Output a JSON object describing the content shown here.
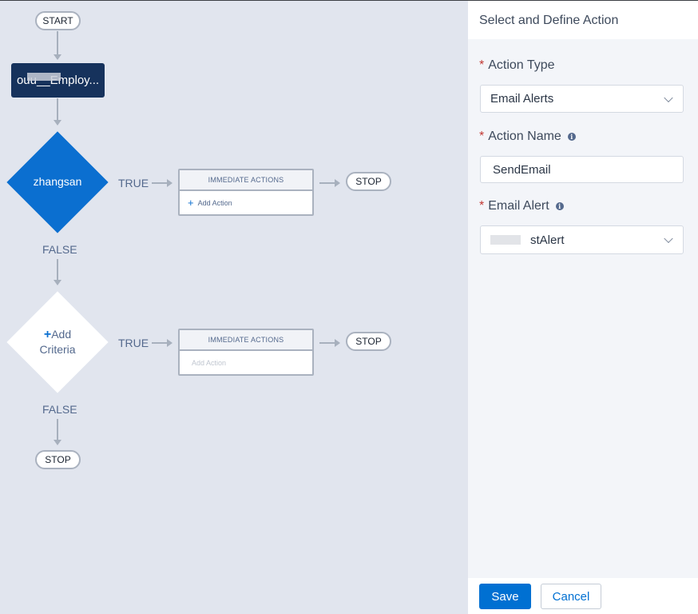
{
  "flow": {
    "start_label": "START",
    "object_node_label": "ouu__Employ...",
    "criteria_1": {
      "name": "zhangsan",
      "true_label": "TRUE",
      "false_label": "FALSE",
      "actions_header": "IMMEDIATE ACTIONS",
      "add_action_label": "Add Action",
      "stop_label": "STOP"
    },
    "criteria_2": {
      "add_criteria_plus": "+",
      "add_criteria_line1": "Add",
      "add_criteria_line2": "Criteria",
      "true_label": "TRUE",
      "false_label": "FALSE",
      "actions_header": "IMMEDIATE ACTIONS",
      "add_action_label": "Add Action",
      "stop_label": "STOP"
    },
    "end_stop_label": "STOP"
  },
  "panel": {
    "title": "Select and Define Action",
    "required_marker": "*",
    "info_glyph": "i",
    "action_type": {
      "label": "Action Type",
      "value": "Email Alerts"
    },
    "action_name": {
      "label": "Action Name",
      "value": "SendEmail"
    },
    "email_alert": {
      "label": "Email Alert",
      "value": "stAlert"
    },
    "save_label": "Save",
    "cancel_label": "Cancel"
  },
  "colors": {
    "canvas_bg": "#e1e5ee",
    "object_node": "#16325c",
    "criteria_blue": "#0b6fd0",
    "primary_button": "#0070d2",
    "required": "#c23934"
  },
  "icons": [
    "plus-icon",
    "info-icon",
    "chevron-down-icon"
  ]
}
